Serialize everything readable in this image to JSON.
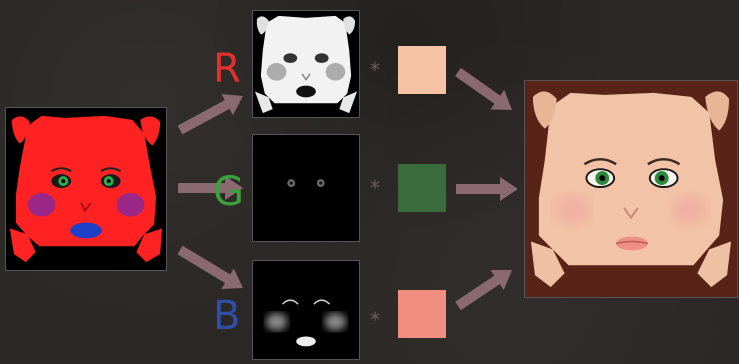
{
  "channels": {
    "r": {
      "label": "R",
      "color": "#e03030",
      "swatch": "#f6c3a5"
    },
    "g": {
      "label": "G",
      "color": "#3aa23a",
      "swatch": "#3a6b3c"
    },
    "b": {
      "label": "B",
      "color": "#3050a8",
      "swatch": "#f08e80"
    }
  },
  "operator_symbol": "*",
  "colors": {
    "arrow": "#8a6a70",
    "mask_red": "#ff2222",
    "result_skin": "#f2c3a6",
    "result_bg": "#5a2318"
  }
}
